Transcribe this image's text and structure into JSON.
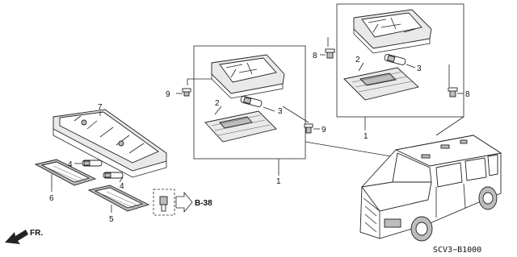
{
  "callouts": {
    "c1_left": "1",
    "c1_right": "1",
    "c2_left": "2",
    "c2_right": "2",
    "c3_left": "3",
    "c3_right": "3",
    "c4_a": "4",
    "c4_b": "4",
    "c5": "5",
    "c6": "6",
    "c7": "7",
    "c8_a": "8",
    "c8_b": "8",
    "c9_a": "9",
    "c9_b": "9"
  },
  "reference": "B-38",
  "direction_label": "FR.",
  "diagram_code": "SCV3−B1000"
}
